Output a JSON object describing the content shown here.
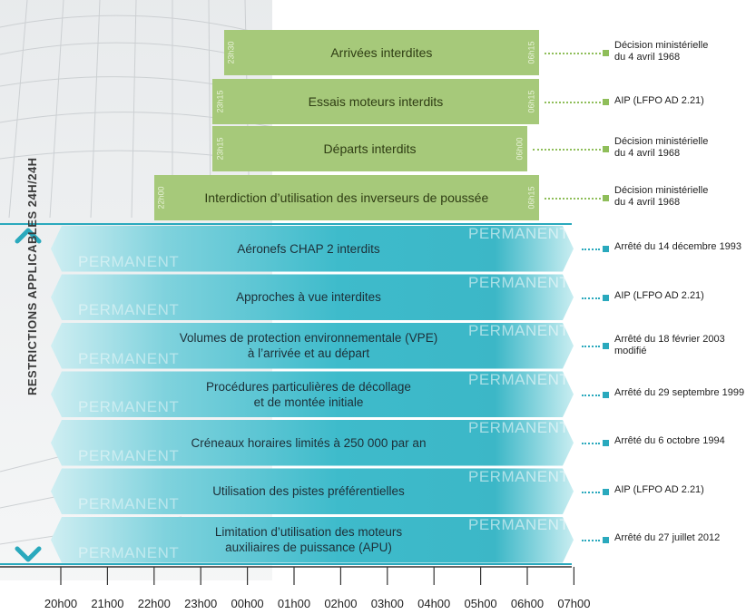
{
  "colors": {
    "night_bar": "#a6c97a",
    "permanent_bar": "#2fb7c9",
    "night_square": "#8fbe5a",
    "permanent_square": "#2aa9bd",
    "axis": "#333333"
  },
  "side_title": "RESTRICTIONS APPLICABLES 24H/24H",
  "permanent_watermark": "PERMANENT",
  "night_restrictions": [
    {
      "label": "Arrivées interdites",
      "start": "23h30",
      "end": "06h15",
      "reference": [
        "Décision ministérielle",
        "du 4 avril 1968"
      ]
    },
    {
      "label": "Essais moteurs interdits",
      "start": "23h15",
      "end": "06h15",
      "reference": [
        "AIP (LFPO AD 2.21)"
      ]
    },
    {
      "label": "Départs interdits",
      "start": "23h15",
      "end": "06h00",
      "reference": [
        "Décision ministérielle",
        "du 4 avril 1968"
      ]
    },
    {
      "label": "Interdiction d’utilisation des inverseurs de poussée",
      "start": "22h00",
      "end": "06h15",
      "reference": [
        "Décision ministérielle",
        "du 4 avril 1968"
      ]
    }
  ],
  "permanent_restrictions": [
    {
      "label": [
        "Aéronefs CHAP 2 interdits"
      ],
      "reference": [
        "Arrêté du 14 décembre 1993"
      ]
    },
    {
      "label": [
        "Approches à vue interdites"
      ],
      "reference": [
        "AIP (LFPO AD 2.21)"
      ]
    },
    {
      "label": [
        "Volumes de protection environnementale (VPE)",
        "à l’arrivée et au départ"
      ],
      "reference": [
        "Arrêté du 18 février 2003",
        "modifié"
      ]
    },
    {
      "label": [
        "Procédures particulières de décollage",
        "et de montée initiale"
      ],
      "reference": [
        "Arrêté du 29 septembre 1999"
      ]
    },
    {
      "label": [
        "Créneaux horaires limités à 250 000 par an"
      ],
      "reference": [
        "Arrêté du 6 octobre 1994"
      ]
    },
    {
      "label": [
        "Utilisation des pistes préférentielles"
      ],
      "reference": [
        "AIP (LFPO AD 2.21)"
      ]
    },
    {
      "label": [
        "Limitation d’utilisation des moteurs",
        "auxiliaires de puissance (APU)"
      ],
      "reference": [
        "Arrêté du 27 juillet 2012"
      ]
    }
  ],
  "time_axis": [
    "20h00",
    "21h00",
    "22h00",
    "23h00",
    "00h00",
    "01h00",
    "02h00",
    "03h00",
    "04h00",
    "05h00",
    "06h00",
    "07h00"
  ]
}
